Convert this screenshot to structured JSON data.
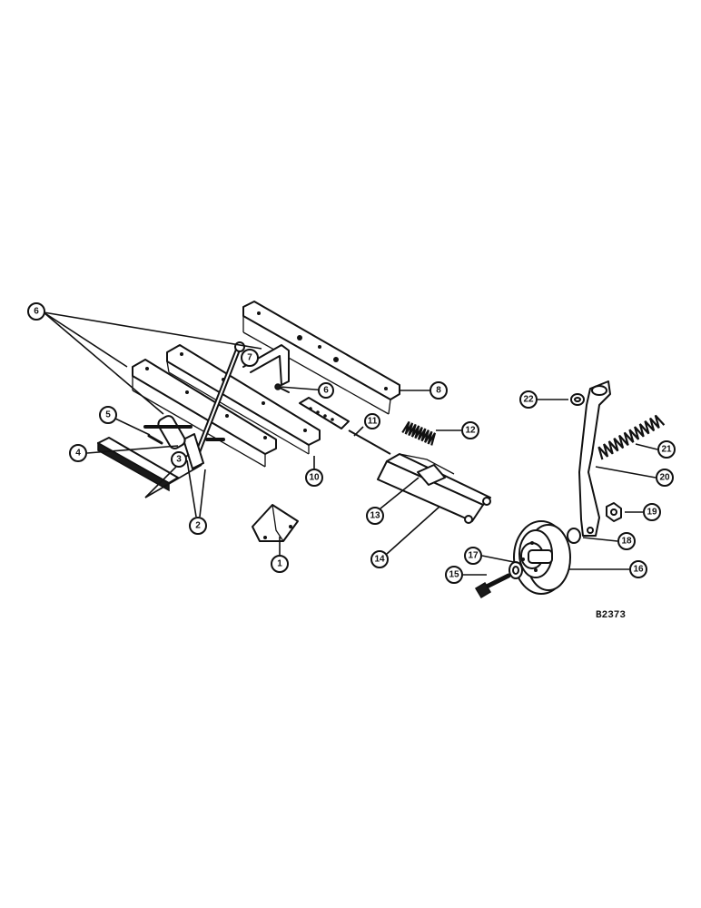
{
  "diagram": {
    "reference_code": "B2373",
    "callouts": [
      {
        "id": "c1",
        "label": "1"
      },
      {
        "id": "c2",
        "label": "2"
      },
      {
        "id": "c3",
        "label": "3"
      },
      {
        "id": "c4",
        "label": "4"
      },
      {
        "id": "c5",
        "label": "5"
      },
      {
        "id": "c6a",
        "label": "6"
      },
      {
        "id": "c6b",
        "label": "6"
      },
      {
        "id": "c7",
        "label": "7"
      },
      {
        "id": "c8",
        "label": "8"
      },
      {
        "id": "c10",
        "label": "10"
      },
      {
        "id": "c11",
        "label": "11"
      },
      {
        "id": "c12",
        "label": "12"
      },
      {
        "id": "c13",
        "label": "13"
      },
      {
        "id": "c14",
        "label": "14"
      },
      {
        "id": "c15",
        "label": "15"
      },
      {
        "id": "c16",
        "label": "16"
      },
      {
        "id": "c17",
        "label": "17"
      },
      {
        "id": "c18",
        "label": "18"
      },
      {
        "id": "c19",
        "label": "19"
      },
      {
        "id": "c20",
        "label": "20"
      },
      {
        "id": "c21",
        "label": "21"
      },
      {
        "id": "c22",
        "label": "22"
      }
    ]
  }
}
